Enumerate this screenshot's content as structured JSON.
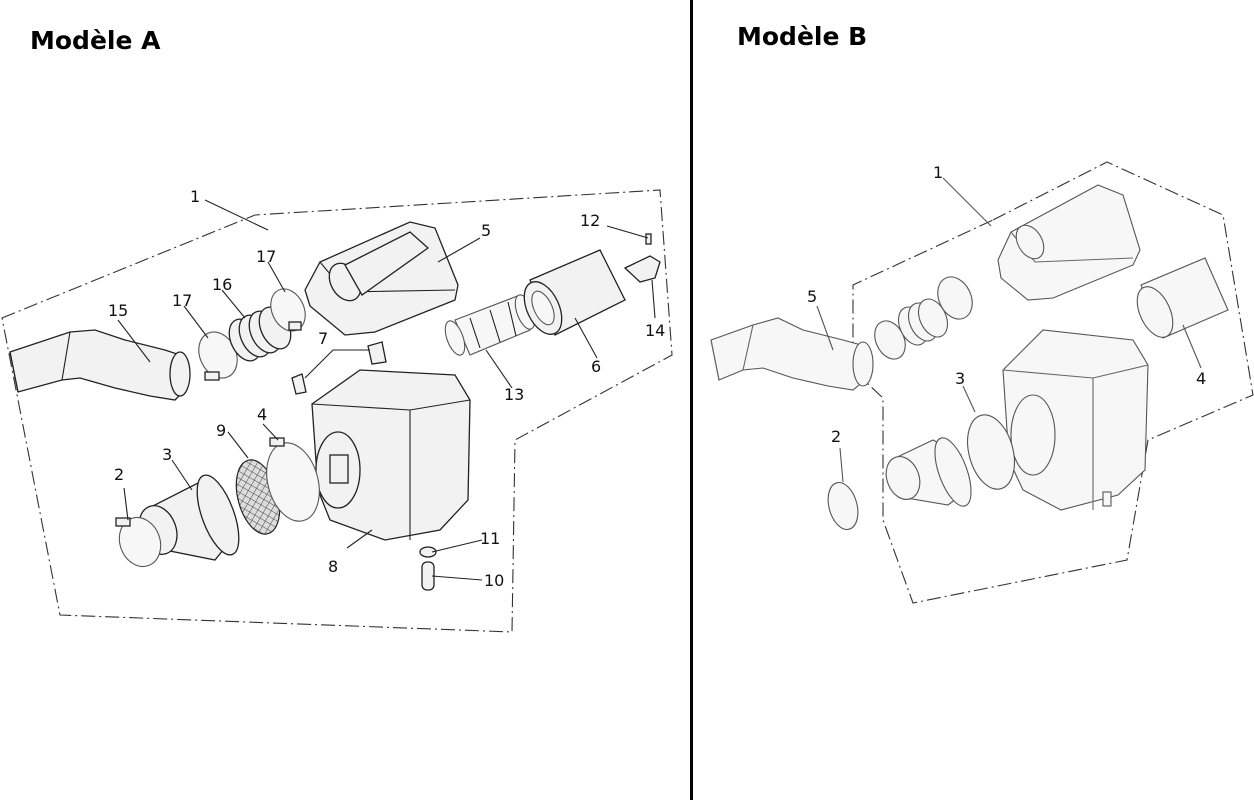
{
  "panels": [
    {
      "title": "Modèle A",
      "callouts": [
        "1",
        "2",
        "3",
        "4",
        "5",
        "6",
        "7",
        "8",
        "9",
        "10",
        "11",
        "12",
        "13",
        "14",
        "15",
        "16",
        "17",
        "17"
      ]
    },
    {
      "title": "Modèle B",
      "callouts": [
        "1",
        "2",
        "3",
        "4",
        "5"
      ]
    }
  ],
  "colors": {
    "lines": "#222222",
    "background": "#ffffff"
  }
}
